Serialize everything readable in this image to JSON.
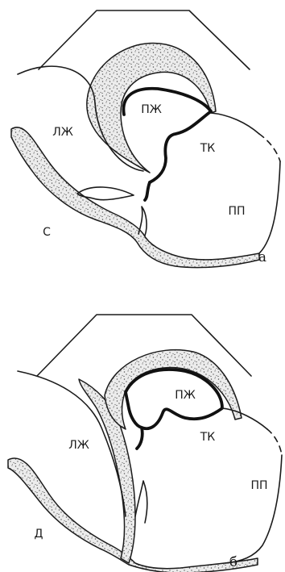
{
  "panel_a": {
    "labels": {
      "right_ventricle": "ПЖ",
      "left_ventricle": "ЛЖ",
      "tricuspid_valve": "ТК",
      "right_atrium": "ПП",
      "phase": "С",
      "panel_letter": "а"
    }
  },
  "panel_b": {
    "labels": {
      "right_ventricle": "ПЖ",
      "left_ventricle": "ЛЖ",
      "tricuspid_valve": "ТК",
      "right_atrium": "ПП",
      "phase": "Д",
      "panel_letter": "б"
    }
  }
}
